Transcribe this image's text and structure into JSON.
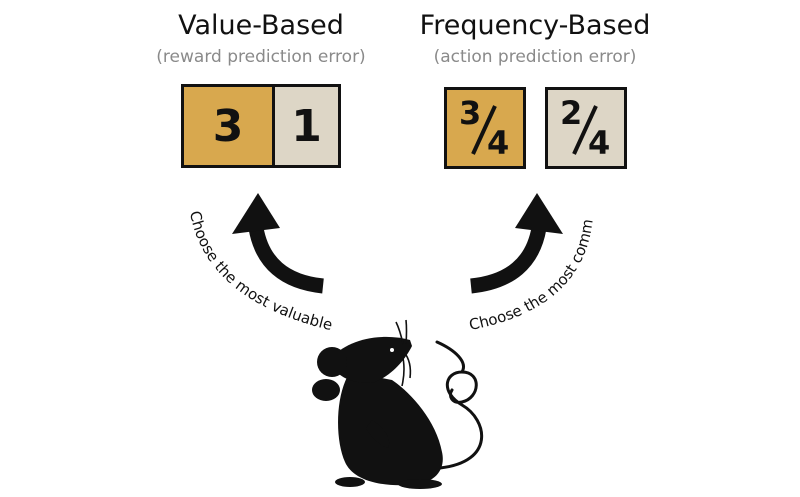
{
  "left": {
    "title": "Value-Based",
    "subtitle": "(reward prediction error)",
    "values": [
      "3",
      "1"
    ],
    "caption": "Choose the most valuable"
  },
  "right": {
    "title": "Frequency-Based",
    "subtitle": "(action prediction error)",
    "fractions": [
      {
        "numerator": "3",
        "denominator": "4"
      },
      {
        "numerator": "2",
        "denominator": "4"
      }
    ],
    "caption": "Choose the most common"
  },
  "colors": {
    "gold": "#d8a84e",
    "beige": "#ddd6c6",
    "ink": "#111111",
    "subtitle_gray": "#8a8a8a"
  },
  "icons": [
    "curved-arrow-left-icon",
    "curved-arrow-right-icon",
    "mouse-icon"
  ]
}
